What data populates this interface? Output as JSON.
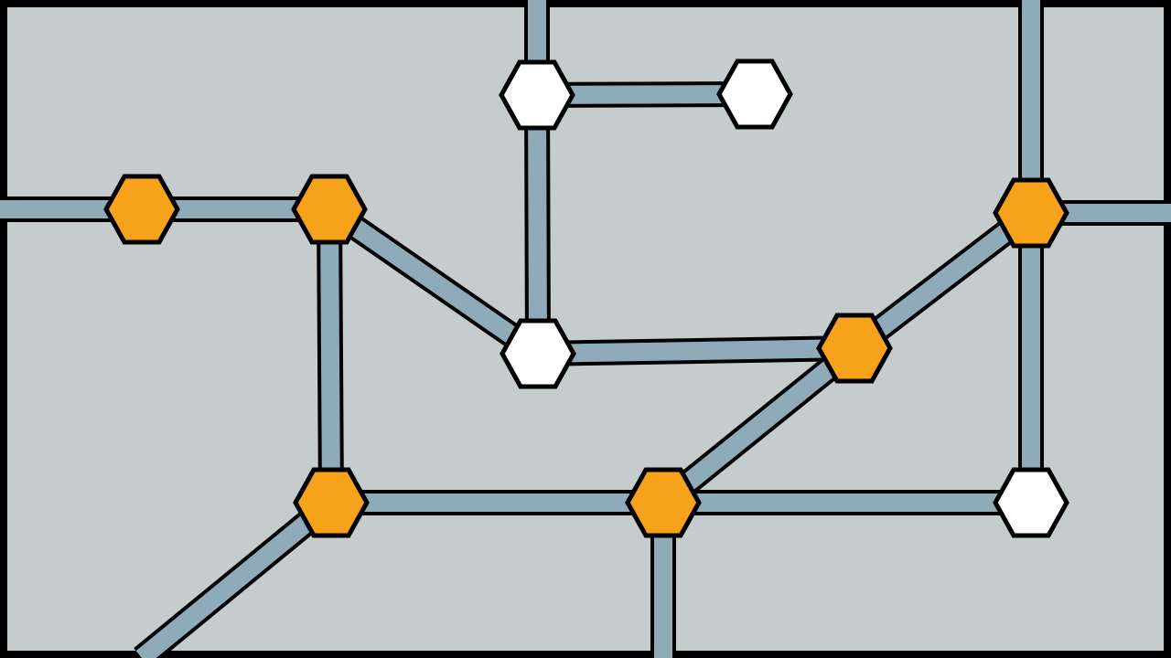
{
  "colors": {
    "background": "#c4cccd",
    "frame": "#000000",
    "pipe": "#8fabb9",
    "outline": "#000000",
    "node_active": "#f7a21b",
    "node_inactive": "#ffffff"
  },
  "nodes": [
    {
      "id": "n1",
      "state": "active"
    },
    {
      "id": "n2",
      "state": "active"
    },
    {
      "id": "n3",
      "state": "inactive"
    },
    {
      "id": "n4",
      "state": "inactive"
    },
    {
      "id": "n5",
      "state": "inactive"
    },
    {
      "id": "n6",
      "state": "active"
    },
    {
      "id": "n7",
      "state": "active"
    },
    {
      "id": "n8",
      "state": "active"
    },
    {
      "id": "n9",
      "state": "active"
    },
    {
      "id": "n10",
      "state": "inactive"
    }
  ],
  "edges": [
    [
      "edge-top-a",
      "n3"
    ],
    [
      "n3",
      "n4"
    ],
    [
      "n3",
      "n5"
    ],
    [
      "edge-left",
      "n1"
    ],
    [
      "n1",
      "n2"
    ],
    [
      "n2",
      "n5"
    ],
    [
      "n2",
      "n8"
    ],
    [
      "n5",
      "n6"
    ],
    [
      "n6",
      "n7"
    ],
    [
      "edge-top-b",
      "n7"
    ],
    [
      "n7",
      "edge-right"
    ],
    [
      "n7",
      "n10"
    ],
    [
      "n6",
      "n9"
    ],
    [
      "n8",
      "n9"
    ],
    [
      "n9",
      "n10"
    ],
    [
      "n8",
      "edge-bottom-a"
    ],
    [
      "n9",
      "edge-bottom-b"
    ]
  ]
}
